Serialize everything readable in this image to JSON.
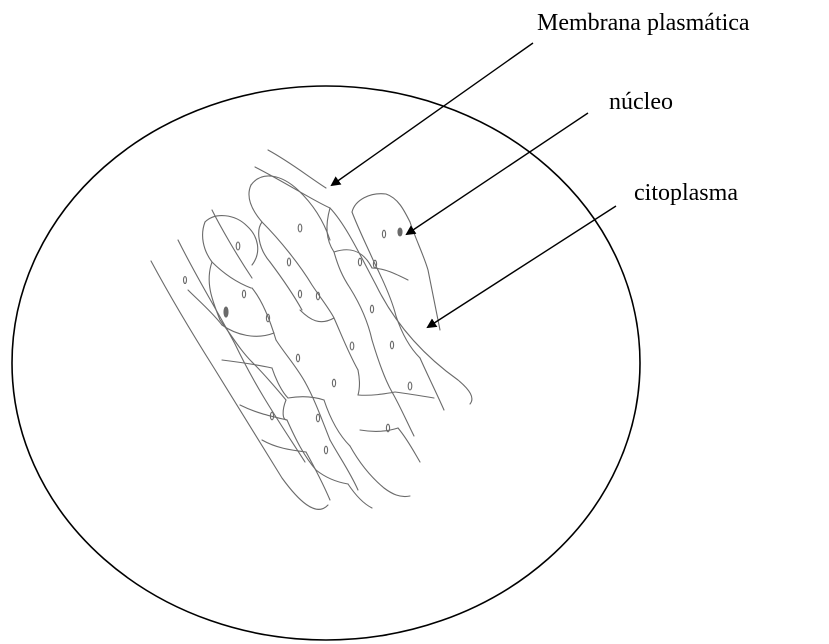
{
  "labels": {
    "membrana": "Membrana plasmática",
    "nucleo": "núcleo",
    "citoplasma": "citoplasma"
  },
  "colors": {
    "background": "#ffffff",
    "outline": "#000000",
    "cell_wall": "#6a6a6a"
  }
}
